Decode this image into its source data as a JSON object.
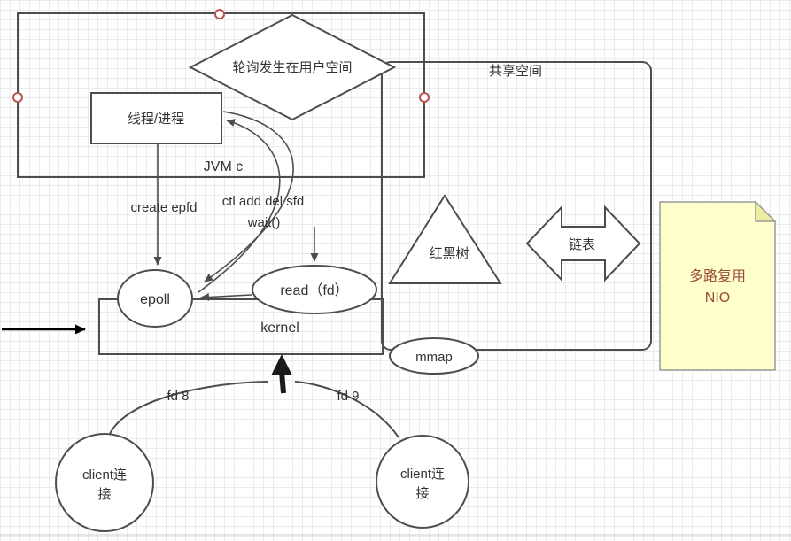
{
  "diagram": {
    "nodes": {
      "jvm": "JVM  c",
      "poll_diamond": "轮询发生在用户空间",
      "thread": "线程/进程",
      "shared_space": "共享空间",
      "red_black_tree": "红黑树",
      "linked_list": "链表",
      "epoll": "epoll",
      "read_fd": "read（fd）",
      "kernel": "kernel",
      "mmap": "mmap",
      "note_lines": [
        "多路复用",
        "NIO"
      ],
      "client1_lines": [
        "client连",
        "接"
      ],
      "client2_lines": [
        "client连",
        "接"
      ]
    },
    "edges": {
      "create_epfd": "create epfd",
      "ctl": "ctl add del sfd",
      "wait": "wait()",
      "fd8": "fd 8",
      "fd9": "fd 9"
    },
    "colors": {
      "shape_stroke": "#4d4d4d",
      "text": "#333333",
      "note_fill": "#ffffcc",
      "note_fold": "#eded9f",
      "note_border": "#999999",
      "note_text": "#9a4a3d",
      "connection_point": "#b85450",
      "grid": "#ebebeb"
    }
  }
}
